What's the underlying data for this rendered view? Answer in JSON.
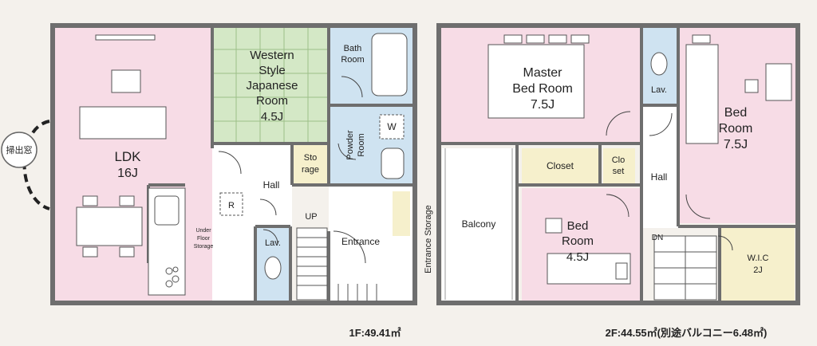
{
  "plan_1f": {
    "room_ldk": "LDK",
    "size_ldk": "16J",
    "room_western_l1": "Western",
    "room_western_l2": "Style",
    "room_western_l3": "Japanese",
    "room_western_l4": "Room",
    "size_western": "4.5J",
    "room_bath_l1": "Bath",
    "room_bath_l2": "Room",
    "room_storage_l1": "Sto",
    "room_storage_l2": "rage",
    "room_powder_l1": "Powder",
    "room_powder_l2": "Room",
    "washer_mark": "W",
    "room_hall": "Hall",
    "stair_up": "UP",
    "room_lav": "Lav.",
    "room_entrance": "Entrance",
    "entrance_storage": "Entrance Storage",
    "underfloor_l1": "Under",
    "underfloor_l2": "Floor",
    "underfloor_l3": "Storage",
    "fridge_mark": "R",
    "window_tag": "掃出窓",
    "area": "1F:49.41㎡"
  },
  "plan_2f": {
    "room_master_l1": "Master",
    "room_master_l2": "Bed Room",
    "size_master": "7.5J",
    "room_bed_r_l1": "Bed",
    "room_bed_r_l2": "Room",
    "size_bed_r": "7.5J",
    "room_bed_s_l1": "Bed",
    "room_bed_s_l2": "Room",
    "size_bed_s": "4.5J",
    "room_closet": "Closet",
    "room_closet2_l1": "Clo",
    "room_closet2_l2": "set",
    "room_lav": "Lav.",
    "room_hall": "Hall",
    "room_balcony": "Balcony",
    "stair_dn": "DN",
    "room_wic_l1": "W.I.C",
    "room_wic_l2": "2J",
    "area": "2F:44.55㎡(別途バルコニー6.48㎡)"
  },
  "colors": {
    "pink": "#f7dce6",
    "green": "#d4e8c6",
    "blue": "#cfe3f1",
    "cream": "#f6f0cc",
    "white": "#ffffff",
    "wall": "#6e6e6e"
  }
}
